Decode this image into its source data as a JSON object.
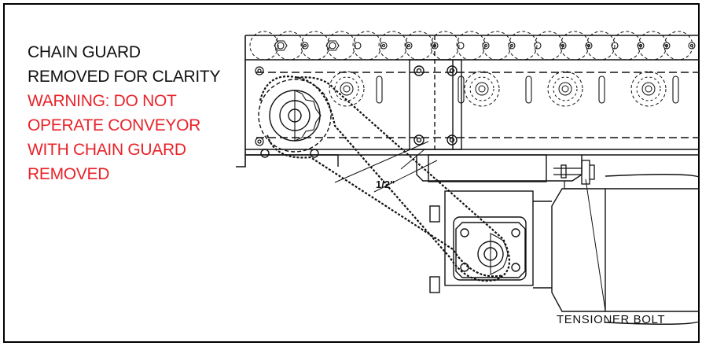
{
  "notes": {
    "line1": "CHAIN GUARD",
    "line2": "REMOVED FOR CLARITY",
    "warning1": "WARNING:  DO NOT",
    "warning2": "OPERATE CONVEYOR",
    "warning3": "WITH CHAIN GUARD",
    "warning4": "REMOVED"
  },
  "callouts": {
    "pitch": "1/2\"",
    "tensioner": "TENSIONER BOLT"
  },
  "colors": {
    "warning": "#e8232a",
    "line": "#111111"
  }
}
